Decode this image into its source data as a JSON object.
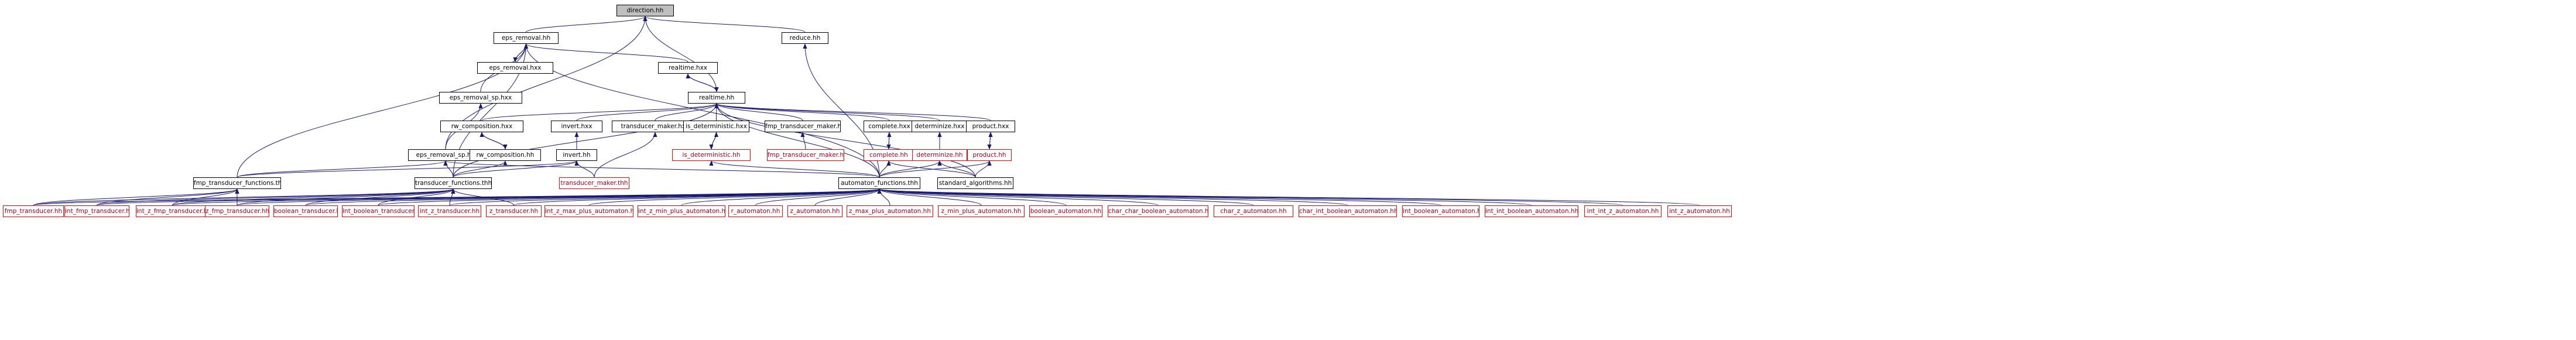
{
  "colors": {
    "edge": "#191970",
    "node_border": "#000000",
    "external_border": "#ff0000",
    "external_text": "#a8001d",
    "root_fill": "#bfbfbf",
    "background": "#ffffff"
  },
  "nodes": [
    {
      "id": "direction_hh",
      "label": "direction.hh",
      "kind": "root"
    },
    {
      "id": "eps_removal_hh",
      "label": "eps_removal.hh",
      "kind": "normal"
    },
    {
      "id": "reduce_hh",
      "label": "reduce.hh",
      "kind": "normal"
    },
    {
      "id": "eps_removal_hxx",
      "label": "eps_removal.hxx",
      "kind": "normal"
    },
    {
      "id": "realtime_hxx",
      "label": "realtime.hxx",
      "kind": "normal"
    },
    {
      "id": "realtime_hh",
      "label": "realtime.hh",
      "kind": "normal"
    },
    {
      "id": "eps_removal_sp_hxx",
      "label": "eps_removal_sp.hxx",
      "kind": "normal"
    },
    {
      "id": "rw_composition_hxx",
      "label": "rw_composition.hxx",
      "kind": "normal"
    },
    {
      "id": "invert_hxx",
      "label": "invert.hxx",
      "kind": "normal"
    },
    {
      "id": "transducer_maker_hxx",
      "label": "transducer_maker.hxx",
      "kind": "normal"
    },
    {
      "id": "is_deterministic_hxx",
      "label": "is_deterministic.hxx",
      "kind": "normal"
    },
    {
      "id": "fmp_transducer_maker_hxx",
      "label": "fmp_transducer_maker.hxx",
      "kind": "normal"
    },
    {
      "id": "complete_hxx",
      "label": "complete.hxx",
      "kind": "normal"
    },
    {
      "id": "determinize_hxx",
      "label": "determinize.hxx",
      "kind": "normal"
    },
    {
      "id": "product_hxx",
      "label": "product.hxx",
      "kind": "normal"
    },
    {
      "id": "eps_removal_sp_hh",
      "label": "eps_removal_sp.hh",
      "kind": "normal"
    },
    {
      "id": "rw_composition_hh",
      "label": "rw_composition.hh",
      "kind": "normal"
    },
    {
      "id": "invert_hh",
      "label": "invert.hh",
      "kind": "normal"
    },
    {
      "id": "is_deterministic_hh",
      "label": "is_deterministic.hh",
      "kind": "external"
    },
    {
      "id": "fmp_transducer_maker_hh",
      "label": "fmp_transducer_maker.hh",
      "kind": "external"
    },
    {
      "id": "complete_hh",
      "label": "complete.hh",
      "kind": "external"
    },
    {
      "id": "determinize_hh",
      "label": "determinize.hh",
      "kind": "external"
    },
    {
      "id": "product_hh",
      "label": "product.hh",
      "kind": "external"
    },
    {
      "id": "fmp_transducer_functions_thh",
      "label": "fmp_transducer_functions.thh",
      "kind": "normal"
    },
    {
      "id": "transducer_maker_thh",
      "label": "transducer_maker.thh",
      "kind": "external"
    },
    {
      "id": "transducer_functions_thh",
      "label": "transducer_functions.thh",
      "kind": "normal"
    },
    {
      "id": "automaton_functions_thh",
      "label": "automaton_functions.thh",
      "kind": "normal"
    },
    {
      "id": "standard_algorithms_hh",
      "label": "standard_algorithms.hh",
      "kind": "normal"
    },
    {
      "id": "fmp_transducer_hh",
      "label": "fmp_transducer.hh",
      "kind": "external"
    },
    {
      "id": "int_fmp_transducer_hh",
      "label": "int_fmp_transducer.hh",
      "kind": "external"
    },
    {
      "id": "int_z_fmp_transducer_hh",
      "label": "int_z_fmp_transducer.hh",
      "kind": "external"
    },
    {
      "id": "z_fmp_transducer_hh",
      "label": "z_fmp_transducer.hh",
      "kind": "external"
    },
    {
      "id": "boolean_transducer_hh",
      "label": "boolean_transducer.hh",
      "kind": "external"
    },
    {
      "id": "int_boolean_transducer_hh",
      "label": "int_boolean_transducer.hh",
      "kind": "external"
    },
    {
      "id": "int_z_transducer_hh",
      "label": "int_z_transducer.hh",
      "kind": "external"
    },
    {
      "id": "z_transducer_hh",
      "label": "z_transducer.hh",
      "kind": "external"
    },
    {
      "id": "int_z_max_plus_automaton_hh",
      "label": "int_z_max_plus_automaton.hh",
      "kind": "external"
    },
    {
      "id": "int_z_min_plus_automaton_hh",
      "label": "int_z_min_plus_automaton.hh",
      "kind": "external"
    },
    {
      "id": "r_automaton_hh",
      "label": "r_automaton.hh",
      "kind": "external"
    },
    {
      "id": "z_automaton_hh",
      "label": "z_automaton.hh",
      "kind": "external"
    },
    {
      "id": "z_max_plus_automaton_hh",
      "label": "z_max_plus_automaton.hh",
      "kind": "external"
    },
    {
      "id": "z_min_plus_automaton_hh",
      "label": "z_min_plus_automaton.hh",
      "kind": "external"
    },
    {
      "id": "boolean_automaton_hh",
      "label": "boolean_automaton.hh",
      "kind": "external"
    },
    {
      "id": "char_char_boolean_automaton_hh",
      "label": "char_char_boolean_automaton.hh",
      "kind": "external"
    },
    {
      "id": "char_z_automaton_hh",
      "label": "char_z_automaton.hh",
      "kind": "external"
    },
    {
      "id": "char_int_boolean_automaton_hh",
      "label": "char_int_boolean_automaton.hh",
      "kind": "external"
    },
    {
      "id": "int_boolean_automaton_hh",
      "label": "int_boolean_automaton.hh",
      "kind": "external"
    },
    {
      "id": "int_int_boolean_automaton_hh",
      "label": "int_int_boolean_automaton.hh",
      "kind": "external"
    },
    {
      "id": "int_int_z_automaton_hh",
      "label": "int_int_z_automaton.hh",
      "kind": "external"
    },
    {
      "id": "int_z_automaton_hh",
      "label": "int_z_automaton.hh",
      "kind": "external"
    }
  ],
  "edges": [
    [
      "eps_removal_hh",
      "direction_hh"
    ],
    [
      "reduce_hh",
      "direction_hh"
    ],
    [
      "realtime_hh",
      "direction_hh"
    ],
    [
      "eps_removal_sp_hh",
      "direction_hh"
    ],
    [
      "eps_removal_hxx",
      "eps_removal_hh"
    ],
    [
      "eps_removal_hh",
      "eps_removal_hxx"
    ],
    [
      "realtime_hxx",
      "eps_removal_hh"
    ],
    [
      "eps_removal_sp_hxx",
      "eps_removal_hh"
    ],
    [
      "fmp_transducer_functions_thh",
      "eps_removal_hh"
    ],
    [
      "transducer_functions_thh",
      "eps_removal_hh"
    ],
    [
      "automaton_functions_thh",
      "eps_removal_hh"
    ],
    [
      "automaton_functions_thh",
      "reduce_hh"
    ],
    [
      "realtime_hh",
      "realtime_hxx"
    ],
    [
      "realtime_hxx",
      "realtime_hh"
    ],
    [
      "rw_composition_hxx",
      "realtime_hh"
    ],
    [
      "invert_hxx",
      "realtime_hh"
    ],
    [
      "transducer_maker_hxx",
      "realtime_hh"
    ],
    [
      "is_deterministic_hxx",
      "realtime_hh"
    ],
    [
      "fmp_transducer_maker_hxx",
      "realtime_hh"
    ],
    [
      "complete_hxx",
      "realtime_hh"
    ],
    [
      "determinize_hxx",
      "realtime_hh"
    ],
    [
      "product_hxx",
      "realtime_hh"
    ],
    [
      "standard_algorithms_hh",
      "realtime_hh"
    ],
    [
      "automaton_functions_thh",
      "realtime_hh"
    ],
    [
      "transducer_functions_thh",
      "realtime_hh"
    ],
    [
      "eps_removal_sp_hh",
      "eps_removal_sp_hxx"
    ],
    [
      "rw_composition_hh",
      "rw_composition_hxx"
    ],
    [
      "rw_composition_hxx",
      "rw_composition_hh"
    ],
    [
      "invert_hh",
      "invert_hxx"
    ],
    [
      "transducer_maker_thh",
      "transducer_maker_hxx"
    ],
    [
      "is_deterministic_hh",
      "is_deterministic_hxx"
    ],
    [
      "is_deterministic_hxx",
      "is_deterministic_hh"
    ],
    [
      "fmp_transducer_maker_hh",
      "fmp_transducer_maker_hxx"
    ],
    [
      "complete_hh",
      "complete_hxx"
    ],
    [
      "complete_hxx",
      "complete_hh"
    ],
    [
      "determinize_hh",
      "determinize_hxx"
    ],
    [
      "product_hh",
      "product_hxx"
    ],
    [
      "product_hxx",
      "product_hh"
    ],
    [
      "fmp_transducer_functions_thh",
      "eps_removal_sp_hh"
    ],
    [
      "automaton_functions_thh",
      "eps_removal_sp_hh"
    ],
    [
      "transducer_functions_thh",
      "eps_removal_sp_hh"
    ],
    [
      "transducer_functions_thh",
      "rw_composition_hh"
    ],
    [
      "fmp_transducer_functions_thh",
      "invert_hh"
    ],
    [
      "transducer_functions_thh",
      "invert_hh"
    ],
    [
      "transducer_maker_thh",
      "invert_hh"
    ],
    [
      "automaton_functions_thh",
      "is_deterministic_hh"
    ],
    [
      "automaton_functions_thh",
      "complete_hh"
    ],
    [
      "standard_algorithms_hh",
      "complete_hh"
    ],
    [
      "automaton_functions_thh",
      "determinize_hh"
    ],
    [
      "standard_algorithms_hh",
      "determinize_hh"
    ],
    [
      "automaton_functions_thh",
      "product_hh"
    ],
    [
      "standard_algorithms_hh",
      "product_hh"
    ],
    [
      "fmp_transducer_hh",
      "fmp_transducer_functions_thh"
    ],
    [
      "int_fmp_transducer_hh",
      "fmp_transducer_functions_thh"
    ],
    [
      "int_z_fmp_transducer_hh",
      "fmp_transducer_functions_thh"
    ],
    [
      "z_fmp_transducer_hh",
      "fmp_transducer_functions_thh"
    ],
    [
      "boolean_transducer_hh",
      "transducer_functions_thh"
    ],
    [
      "int_boolean_transducer_hh",
      "transducer_functions_thh"
    ],
    [
      "int_z_transducer_hh",
      "transducer_functions_thh"
    ],
    [
      "z_transducer_hh",
      "transducer_functions_thh"
    ],
    [
      "int_z_max_plus_automaton_hh",
      "automaton_functions_thh"
    ],
    [
      "int_z_min_plus_automaton_hh",
      "automaton_functions_thh"
    ],
    [
      "r_automaton_hh",
      "automaton_functions_thh"
    ],
    [
      "z_automaton_hh",
      "automaton_functions_thh"
    ],
    [
      "z_max_plus_automaton_hh",
      "automaton_functions_thh"
    ],
    [
      "z_min_plus_automaton_hh",
      "automaton_functions_thh"
    ],
    [
      "boolean_automaton_hh",
      "automaton_functions_thh"
    ],
    [
      "char_char_boolean_automaton_hh",
      "automaton_functions_thh"
    ],
    [
      "char_z_automaton_hh",
      "automaton_functions_thh"
    ],
    [
      "char_int_boolean_automaton_hh",
      "automaton_functions_thh"
    ],
    [
      "int_boolean_automaton_hh",
      "automaton_functions_thh"
    ],
    [
      "int_int_boolean_automaton_hh",
      "automaton_functions_thh"
    ],
    [
      "int_int_z_automaton_hh",
      "automaton_functions_thh"
    ],
    [
      "int_z_automaton_hh",
      "automaton_functions_thh"
    ],
    [
      "fmp_transducer_hh",
      "transducer_functions_thh"
    ],
    [
      "int_fmp_transducer_hh",
      "transducer_functions_thh"
    ],
    [
      "int_z_fmp_transducer_hh",
      "transducer_functions_thh"
    ],
    [
      "z_fmp_transducer_hh",
      "transducer_functions_thh"
    ],
    [
      "boolean_transducer_hh",
      "automaton_functions_thh"
    ],
    [
      "int_boolean_transducer_hh",
      "automaton_functions_thh"
    ],
    [
      "int_z_transducer_hh",
      "automaton_functions_thh"
    ],
    [
      "z_transducer_hh",
      "automaton_functions_thh"
    ],
    [
      "fmp_transducer_hh",
      "automaton_functions_thh"
    ],
    [
      "int_fmp_transducer_hh",
      "automaton_functions_thh"
    ],
    [
      "int_z_fmp_transducer_hh",
      "automaton_functions_thh"
    ],
    [
      "z_fmp_transducer_hh",
      "automaton_functions_thh"
    ]
  ]
}
